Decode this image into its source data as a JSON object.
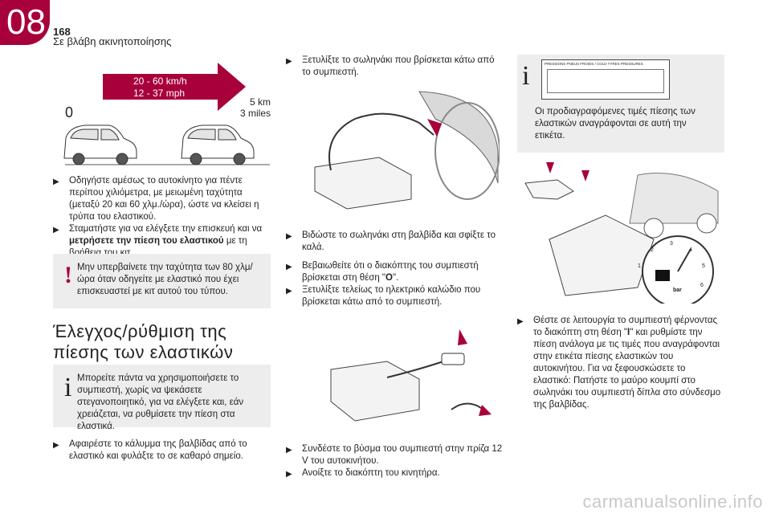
{
  "header": {
    "chapter": "08",
    "page": "168",
    "section": "Σε βλάβη ακινητοποίησης"
  },
  "speed_sign": {
    "kmh": "20 - 60 km/h",
    "mph": "12 - 37 mph",
    "start": "0",
    "dist_km": "5 km",
    "dist_miles": "3 miles"
  },
  "left_col": {
    "b1": "Οδηγήστε αμέσως το αυτοκίνητο για πέντε περίπου χιλιόμετρα, με μειωμένη ταχύτητα (μεταξύ 20 και 60 χλμ./ώρα), ώστε να κλείσει η τρύπα του ελαστικού.",
    "b2_pre": "Σταματήστε για να ελέγξετε την επισκευή και να ",
    "b2_bold": "μετρήσετε την πίεση του ελαστικού",
    "b2_post": " με τη βοήθεια του κιτ.",
    "warning": "Μην υπερβαίνετε την ταχύτητα των 80 χλμ/ώρα όταν οδηγείτε με ελαστικό που έχει επισκευαστεί με κιτ αυτού του τύπου.",
    "heading": "Έλεγχος/ρύθμιση της πίεσης των ελαστικών",
    "info": "Μπορείτε πάντα να χρησιμοποιήσετε το συμπιεστή, χωρίς να ψεκάσετε στεγανοποιητικό, για να ελέγξετε και, εάν χρειάζεται, να ρυθμίσετε την πίεση στα ελαστικά.",
    "b3": "Αφαιρέστε το κάλυμμα της βαλβίδας από το ελαστικό και φυλάξτε το σε καθαρό σημείο."
  },
  "mid_col": {
    "b1": "Ξετυλίξτε το σωληνάκι που βρίσκεται κάτω από το συμπιεστή.",
    "b2": "Βιδώστε το σωληνάκι στη βαλβίδα και σφίξτε το καλά.",
    "b3_pre": "Βεβαιωθείτε ότι ο διακόπτης του συμπιεστή βρίσκεται στη θέση \"",
    "b3_bold": "O",
    "b3_post": "\".",
    "b4": "Ξετυλίξτε τελείως το ηλεκτρικό καλώδιο που βρίσκεται κάτω από το συμπιεστή.",
    "b5": "Συνδέστε το βύσμα του συμπιεστή στην πρίζα 12 V του αυτοκινήτου.",
    "b6": "Ανοίξτε το διακόπτη του κινητήρα."
  },
  "right_col": {
    "label_title": "PRESSIONS PNEUS FROIDS / COLD TYRES PRESSURES",
    "info": "Οι προδιαγραφόμενες τιμές πίεσης των ελαστικών αναγράφονται σε αυτή την ετικέτα.",
    "gauge_unit": "bar",
    "gauge_ticks": [
      "1",
      "2",
      "3",
      "4",
      "5",
      "6"
    ],
    "b1_pre": "Θέστε σε λειτουργία το συμπιεστή φέρνοντας το διακόπτη στη θέση \"",
    "b1_bold": "I",
    "b1_post": "\" και ρυθμίστε την πίεση ανάλογα με τις τιμές που αναγράφονται στην ετικέτα πίεσης ελαστικών του αυτοκινήτου. Για να ξεφουσκώσετε το ελαστικό: Πατήστε το μαύρο κουμπί στο σωληνάκι του συμπιεστή δίπλα στο σύνδεσμο της βαλβίδας."
  },
  "icons": {
    "bullet": "▶",
    "warning": "!",
    "info": "i"
  },
  "colors": {
    "accent": "#a8003b",
    "box": "#ededee",
    "arrow": "#a8003b"
  },
  "watermark": "carmanualsonline.info"
}
